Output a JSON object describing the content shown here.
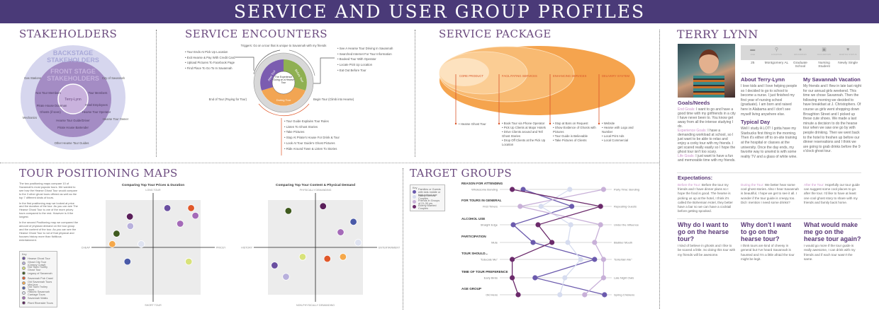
{
  "title": "SERVICE AND USER GROUP PROFILES",
  "stakeholders": {
    "title": "STAKEHOLDERS",
    "backstage_label": [
      "BACKSTAGE",
      "STAKEHOLDERS"
    ],
    "frontstage_label": [
      "FRONT STAGE",
      "STAKEHOLDERS"
    ],
    "center": "Terry-Lynn",
    "backstage": [
      "Gas Stations",
      "City of Savannah",
      "Mechanics",
      "Hearse Tour Owner",
      "Other Hearse Tour Guides"
    ],
    "frontstage": [
      "Non Tour Members",
      "Tour Members",
      "Pirate House Doorman",
      "Hotel Employees",
      "Ghosts (if seen)",
      "Hearse Tour Operator",
      "Hearse Tour Guide/Driver",
      "Pirate House Bartender"
    ]
  },
  "encounters": {
    "title": "SERVICE ENCOUNTERS",
    "trigger": "Triggers: Go on a tour that is unique to Savannah with my friends",
    "center": "The Experience Going on a Hearse Tour",
    "phases": {
      "after": "After Tour",
      "before": "Before Tour",
      "during": "During Tour"
    },
    "end_label": "End of Tour (Paying for Tour)",
    "begin_label": "Begin Tour (Climb into Hearse)",
    "after_items": [
      "Tour Ends At Pick Up Location",
      "Exit Hearse & Pay With Credit Card",
      "Upload Pictures To Facebook Page",
      "Find Place To Go To In Savannah"
    ],
    "before_items": [
      "See A Hearse Tour Driving In Savannah",
      "Searched Internet For Tour Information",
      "Booked Tour With Operator",
      "Locate Pick Up Location",
      "Eat Out Before Tour"
    ],
    "during_items": [
      "Tour Guide Explains Tour Rules",
      "Listen To Ghost Stories",
      "Take Pictures",
      "Stop At Pirate's House For Drink & Tour",
      "Look At Tour Guide's Ghost Pictures",
      "Ride Around Town & Listen To Stories"
    ],
    "colors": {
      "after": "#7b5cb0",
      "before": "#8fb052",
      "during": "#f2a553"
    }
  },
  "package": {
    "title": "SERVICE PACKAGE",
    "levels": [
      {
        "label": "CORE PRODUCT",
        "items": [
          "Hearse Ghost Tour"
        ]
      },
      {
        "label": "FACILITATING SERVICES",
        "items": [
          "Book Tour via Phone Operator",
          "Pick Up Clients at Major Hotels",
          "Drive Clients around and Tell Ghost Stories",
          "Drop Off Clients at the Pick Up Location"
        ]
      },
      {
        "label": "ENHANCING SERVICES",
        "items": [
          "Stop at Bars on Request",
          "Show Evidence of Ghosts with Pictures",
          "Tour Guide is Believable",
          "Take Pictures of Clients"
        ]
      },
      {
        "label": "DELIVERY SYSTEM",
        "items": [
          "Website",
          "Hearse with Logo and Number",
          "Local Print Ads",
          "Local Commercial"
        ]
      }
    ]
  },
  "persona": {
    "name": "TERRY LYNN",
    "stats": [
      {
        "icon": "age-icon",
        "label": "AGE",
        "value": "25"
      },
      {
        "icon": "location-pin-icon",
        "label": "LOCATION",
        "value": "Montgomery AL"
      },
      {
        "icon": "person-icon",
        "label": "EDUCATION",
        "value": "Graduate School"
      },
      {
        "icon": "briefcase-icon",
        "label": "OCCUPATION",
        "value": "Nursing Student"
      },
      {
        "icon": "heart-icon",
        "label": "MARITAL STATUS",
        "value": "Newly Single"
      }
    ],
    "goals_title": "Goals/Needs",
    "goals": [
      {
        "label": "End Goals:",
        "text": "I want to go and have a good time with my girlfriends in a city I have never been to. You know get away from all the intense studying I do."
      },
      {
        "label": "Experience Goals:",
        "text": "I have a demanding workload at school, so I just want to be able to relax and enjoy a corky tour with my friends. I get scared really easily so I hope the ghost tour isn't too scary."
      },
      {
        "label": "Life Goals:",
        "text": "I just want to have a fun and memorable time with my friends."
      }
    ],
    "about_title": "About Terry-Lynn",
    "about": "I love kids and I love helping people so I decided to go to school to become a nurse. I just finished my first year of nursing school (graduate). I am born and raised here in Alabama and I don't see myself living anywhere else.",
    "day_title": "Typical Day",
    "day": "Well I study A LOT! I gotta have my Starbucks first thing in the morning. Then it's either off to on-site training at the hospital or classes at the university. Once the day ends, my favorite way to unwind is with some reality TV and a glass of white wine.",
    "vacation_title": "My Savannah Vacation",
    "vacation": "My friends and I flew in late last night for our annual girls weekend. This time we chose Savannah. Then the following morning we decided to have breakfast at J. Christophers. Of course us girls went shopping down Broughton Street and I picked up these cute shoes. We made a last minute a decision to do the hearse tour when we saw one go by with people drinking. Then we went back to the hotel to freshen up before our dinner reservations and I think we are going to grab drinks before the 9 o'clock ghost tour.",
    "expectations_title": "Expectations:",
    "expectations": [
      {
        "label": "Before the Tour:",
        "text": "Before the tour my friends and I have dinner plans so I hope the food is good. The hearse is picking us up at the hotel, I think it's called the Bohemian Hotel, they better have a bar so we can have a cocktail before getting spooked."
      },
      {
        "label": "During the Tour:",
        "text": "We better hear some cool ghost stories. Also I hear Savannah is beautiful, I hope we get to see it all. I wonder if the tour guide is creepy too. Did I mention I need some drinks?"
      },
      {
        "label": "After the Tour:",
        "text": "Hopefully our tour guide can suggest some cool places to go after the tour. I'd like to have at least one cool ghost story to share with my friends and family back home."
      }
    ],
    "questions": [
      {
        "q": "Why do I want to go on the hearse tour?",
        "a": "I kind of believe in ghosts and I like to be scared a little. So doing this tour with my friends will be awesome."
      },
      {
        "q": "Why don't I want to go on the hearse tour?",
        "a": "I think tours are kind of cheesy in general but I've heard Savannah is haunted and I'm a little afraid the tour might be legit."
      },
      {
        "q": "What would make me go on the hearse tour again?",
        "a": "I would go more if the tour guide is really awesome, I can drink with my friends and if each tour wasn't the same."
      }
    ]
  },
  "positioning": {
    "title": "TOUR POSITIONING MAPS",
    "paragraphs": [
      "The two positioning maps compare 10 of Savannah's most popular tours. We wanted to see how the Hearse Ghost Tour would compare to the 3 other ghost tours offered as well as the top 7 different kinds of tours.",
      "In the first positioning map we looked at price and the duration of the tour. As you can see The Hearse Ghost Tour is one of the more pricey tours compared to the rest. However is it the longest.",
      "In the second Positioning map we compared the amount of physical demand on the tour group and the content of the tour. As you can see the Hearse Ghost Tour is not of that physical and focuses history more than fictitious entertainment."
    ],
    "legend_title": "Key",
    "tours": [
      {
        "name": "Hearse Ghost Tour",
        "color": "#6a4fa0"
      },
      {
        "name": "Ghost City Tour (Creepy Crawl)",
        "color": "#b8b0dc"
      },
      {
        "name": "Old Town Trolley Ghost Tour",
        "color": "#d8e27a"
      },
      {
        "name": "Legacy of Savannah",
        "color": "#3f5a1e"
      },
      {
        "name": "Savannah Pub Crawl",
        "color": "#e0582a"
      },
      {
        "name": "Old Savannah Tours Mini-bus",
        "color": "#f5a84a"
      },
      {
        "name": "Old Town Trolley Tours",
        "color": "#4a5aa8"
      },
      {
        "name": "Historic Savannah Carriage Tours",
        "color": "#dfe3f0"
      },
      {
        "name": "Savannah Walks",
        "color": "#a46ab8"
      },
      {
        "name": "Plant Riverside Tours",
        "color": "#5a1f5a"
      }
    ]
  },
  "chart_data": [
    {
      "type": "scatter",
      "title": "Comparing Top Tour Prices & Duration",
      "xlabel_left": "CHEAP",
      "xlabel_right": "PRICEY",
      "ylabel_top": "LONG TOUR",
      "ylabel_bottom": "SHORT TOUR",
      "xlim": [
        -1,
        1
      ],
      "ylim": [
        -1,
        1
      ],
      "points": [
        {
          "tour": 0,
          "x": 0.3,
          "y": 0.83
        },
        {
          "tour": 4,
          "x": 0.8,
          "y": 0.83
        },
        {
          "tour": 8,
          "x": 0.89,
          "y": 0.67
        },
        {
          "tour": 8,
          "x": 0.57,
          "y": 0.5
        },
        {
          "tour": 9,
          "x": -0.49,
          "y": 0.65
        },
        {
          "tour": 1,
          "x": -0.48,
          "y": 0.45
        },
        {
          "tour": 3,
          "x": -0.77,
          "y": 0.29
        },
        {
          "tour": 5,
          "x": -0.86,
          "y": 0.07
        },
        {
          "tour": 7,
          "x": -0.25,
          "y": 0.07
        },
        {
          "tour": 6,
          "x": -0.54,
          "y": -0.3
        },
        {
          "tour": 2,
          "x": 0.75,
          "y": -0.3
        }
      ]
    },
    {
      "type": "scatter",
      "title": "Comparing Top Tour Content & Physical Demand",
      "xlabel_left": "HISTORY",
      "xlabel_right": "ENTERTAINMENT",
      "ylabel_top": "PHYSICALLY DEMANDING",
      "ylabel_bottom": "NON-PHYSICALLY DEMANDING",
      "xlim": [
        -1,
        1
      ],
      "ylim": [
        -1,
        1
      ],
      "points": [
        {
          "tour": 3,
          "x": -0.57,
          "y": 0.77
        },
        {
          "tour": 9,
          "x": 0.16,
          "y": 0.87
        },
        {
          "tour": 6,
          "x": 0.8,
          "y": 0.54
        },
        {
          "tour": 8,
          "x": 0.53,
          "y": 0.32
        },
        {
          "tour": 7,
          "x": 0.9,
          "y": 0.1
        },
        {
          "tour": 2,
          "x": -0.27,
          "y": -0.2
        },
        {
          "tour": 4,
          "x": 0.25,
          "y": -0.24
        },
        {
          "tour": 5,
          "x": 0.58,
          "y": -0.2
        },
        {
          "tour": 0,
          "x": -0.86,
          "y": -0.38
        },
        {
          "tour": 1,
          "x": -0.62,
          "y": -0.62
        }
      ]
    },
    {
      "type": "line",
      "title": "TARGET GROUPS",
      "legend_title": "Key",
      "dimensions": [
        {
          "name": "REASON FOR ATTENDING",
          "left": "Wholesome Bonding",
          "right": "Party Time: Bonding"
        },
        {
          "name": "FOR TOURS IN GENERAL",
          "left": "First Timers",
          "right": "Repeating Guests"
        },
        {
          "name": "ALCOHOL USE",
          "left": "Straight Edge",
          "right": "Under the Influence"
        },
        {
          "name": "PARTICIPATION",
          "left": "Mute",
          "right": "Blabber Mouth"
        },
        {
          "name": "TOUR SHOULD...",
          "left": "\"Educate Me\"",
          "right": "\"Entertain Me\""
        },
        {
          "name": "TIME OF TOUR PREFERENCE",
          "left": "Early Birds",
          "right": "Late Night Owls"
        },
        {
          "name": "AGE GROUP",
          "left": "Old Hens",
          "right": "Spring Chickens"
        }
      ],
      "xlim": [
        0,
        1
      ],
      "series": [
        {
          "name": "Families or Guests with kids middle or high school age",
          "color": "#6b5aad",
          "values": [
            0.15,
            0.64,
            0.05,
            0.25,
            0.87,
            0.27,
            0.97
          ]
        },
        {
          "name": "Newly Married Couples",
          "color": "#d6dcef",
          "values": [
            0.62,
            0.33,
            0.63,
            0.6,
            0.73,
            0.57,
            0.52
          ]
        },
        {
          "name": "Friends in Groups of 21-30 yrs",
          "color": "#c8b0d8",
          "values": [
            0.96,
            0.12,
            0.93,
            0.87,
            0.96,
            0.96,
            0.77
          ]
        },
        {
          "name": "Elderly Married Couples",
          "color": "#6b2a6b",
          "values": [
            0.04,
            0.93,
            0.3,
            0.44,
            0.04,
            0.04,
            0.1
          ]
        }
      ]
    }
  ]
}
